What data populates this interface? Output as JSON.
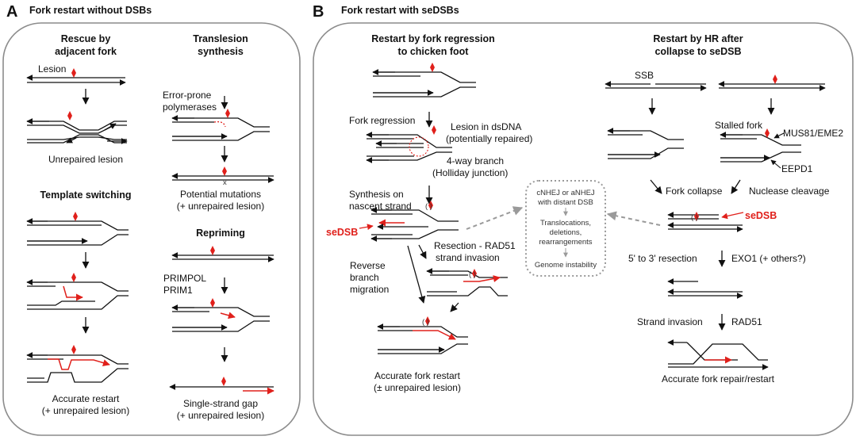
{
  "panel_a": {
    "letter": "A",
    "title": "Fork restart without DSBs",
    "rescue": {
      "title_1": "Rescue by",
      "title_2": "adjacent fork",
      "lesion": "Lesion",
      "unrepaired": "Unrepaired lesion"
    },
    "tls": {
      "title_1": "Translesion",
      "title_2": "synthesis",
      "poly_1": "Error-prone",
      "poly_2": "polymerases",
      "mut_1": "Potential mutations",
      "mut_2": "(+ unrepaired lesion)"
    },
    "template": {
      "title": "Template switching",
      "result_1": "Accurate restart",
      "result_2": "(+ unrepaired lesion)"
    },
    "repriming": {
      "title": "Repriming",
      "enzyme_1": "PRIMPOL",
      "enzyme_2": "PRIM1",
      "result_1": "Single-strand gap",
      "result_2": "(+ unrepaired lesion)"
    }
  },
  "panel_b": {
    "letter": "B",
    "title": "Fork restart with seDSBs",
    "regression": {
      "title_1": "Restart by fork regression",
      "title_2": "to chicken foot",
      "fork_regression": "Fork regression",
      "lesion_1": "Lesion in dsDNA",
      "lesion_2": "(potentially repaired)",
      "branch_1": "4-way branch",
      "branch_2": "(Holliday junction)",
      "synthesis_1": "Synthesis on",
      "synthesis_2": "nascent strand",
      "sedsb": "seDSB",
      "resection_1": "Resection - RAD51",
      "resection_2": "strand invasion",
      "reverse_1": "Reverse",
      "reverse_2": "branch",
      "reverse_3": "migration",
      "result_1": "Accurate fork restart",
      "result_2": "(± unrepaired lesion)"
    },
    "center_box": {
      "line_1": "cNHEJ or aNHEJ",
      "line_2": "with distant DSB",
      "line_3": "Translocations,",
      "line_4": "deletions,",
      "line_5": "rearrangements",
      "line_6": "Genome instability"
    },
    "hr": {
      "title_1": "Restart by HR after",
      "title_2": "collapse to seDSB",
      "ssb": "SSB",
      "stalled": "Stalled fork",
      "mus81": "MUS81/EME2",
      "eepd1": "EEPD1",
      "collapse": "Fork collapse",
      "nuclease": "Nuclease cleavage",
      "sedsb": "seDSB",
      "resection": "5' to 3' resection",
      "exo1": "EXO1 (+ others?)",
      "invasion": "Strand invasion",
      "rad51": "RAD51",
      "result": "Accurate fork repair/restart"
    }
  },
  "colors": {
    "lesion": "#e0201b",
    "nascent": "#e0201b",
    "frame": "#8c8c8c",
    "box_dots": "#9a9a9a",
    "text": "#111111"
  },
  "icons": [
    "lesion-diamond-icon",
    "arrow-down-icon",
    "dashed-arrow-icon",
    "strand-arrowhead-icon"
  ]
}
